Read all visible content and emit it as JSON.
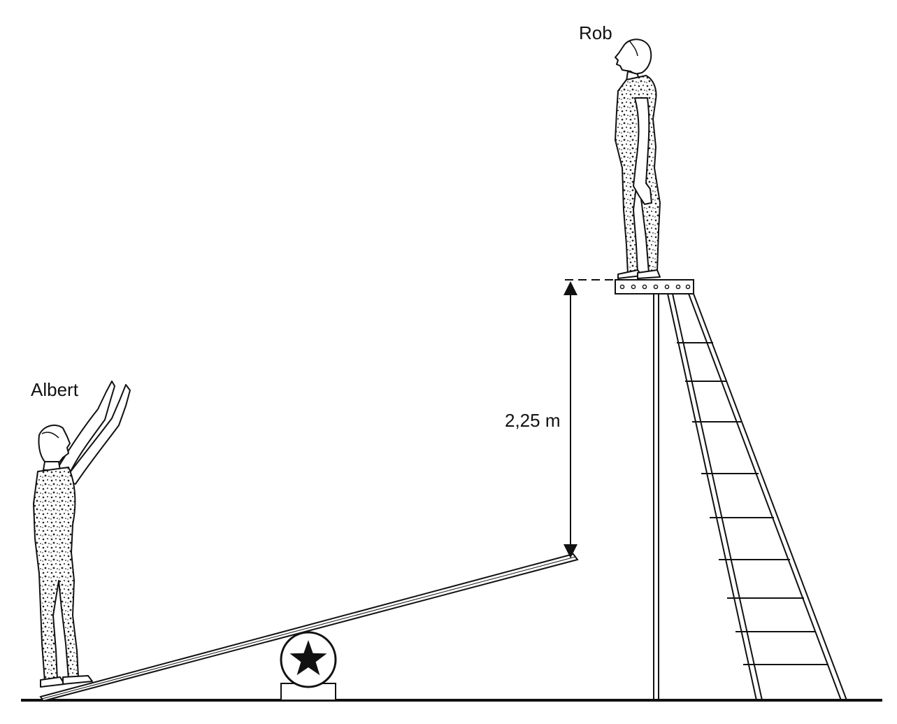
{
  "labels": {
    "rob": "Rob",
    "albert": "Albert",
    "height": "2,25 m"
  },
  "colors": {
    "ink": "#111111",
    "speckle": "#222222",
    "background": "#ffffff"
  },
  "icons": {
    "fulcrum": "star-icon"
  }
}
